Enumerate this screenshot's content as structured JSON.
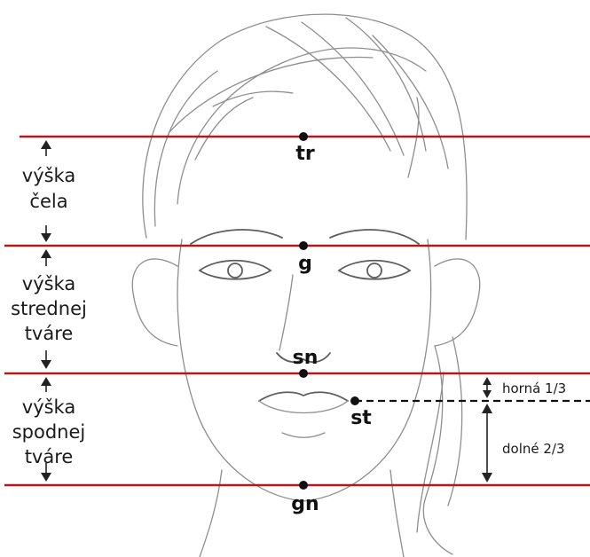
{
  "landmarks": {
    "tr": "tr",
    "g": "g",
    "sn": "sn",
    "st": "st",
    "gn": "gn"
  },
  "sections": {
    "forehead": [
      "výška",
      "čela"
    ],
    "midface": [
      "výška",
      "strednej",
      "tváre"
    ],
    "lowerface": [
      "výška",
      "spodnej",
      "tváre"
    ]
  },
  "lower_split": {
    "upper": "horná 1/3",
    "lower": "dolné 2/3"
  },
  "colors": {
    "reference_line": "#b3191c",
    "sketch": "#8e8e8e",
    "text": "#1a1a1a"
  }
}
